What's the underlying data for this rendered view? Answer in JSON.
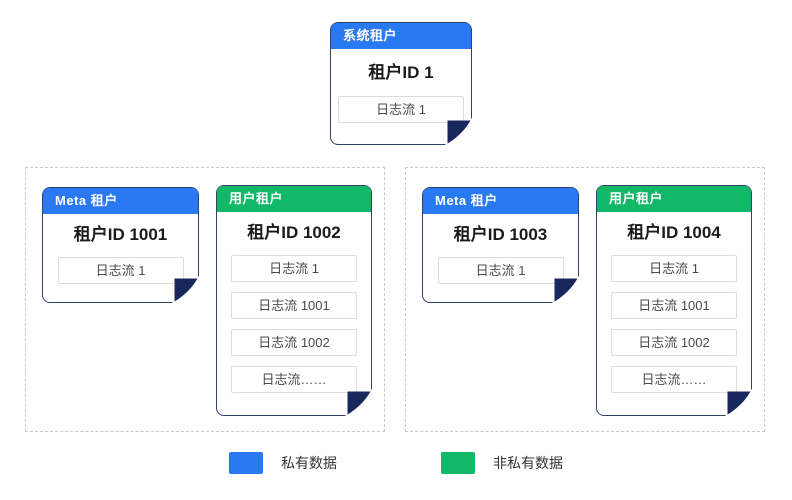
{
  "colors": {
    "private_blue": "#2979F2",
    "non_private_green": "#12B768",
    "fold_navy": "#19275F",
    "card_border": "#31406B"
  },
  "system_tenant": {
    "header": "系统租户",
    "tenant_id": "租户ID 1",
    "streams": [
      "日志流 1"
    ]
  },
  "groups": [
    {
      "meta": {
        "header": "Meta 租户",
        "tenant_id": "租户ID 1001",
        "streams": [
          "日志流 1"
        ]
      },
      "user": {
        "header": "用户租户",
        "tenant_id": "租户ID 1002",
        "streams": [
          "日志流 1",
          "日志流 1001",
          "日志流 1002",
          "日志流……"
        ]
      }
    },
    {
      "meta": {
        "header": "Meta 租户",
        "tenant_id": "租户ID 1003",
        "streams": [
          "日志流 1"
        ]
      },
      "user": {
        "header": "用户租户",
        "tenant_id": "租户ID 1004",
        "streams": [
          "日志流 1",
          "日志流 1001",
          "日志流 1002",
          "日志流……"
        ]
      }
    }
  ],
  "legend": [
    {
      "label": "私有数据",
      "color": "#2979F2"
    },
    {
      "label": "非私有数据",
      "color": "#12B768"
    }
  ]
}
